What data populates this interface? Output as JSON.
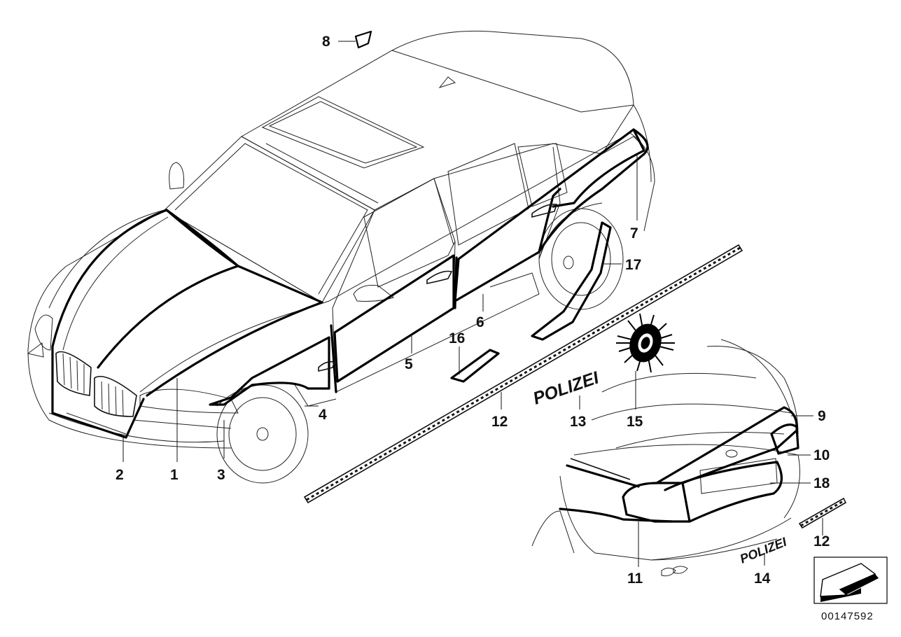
{
  "diagram": {
    "callouts": [
      {
        "id": "c1",
        "label": "1"
      },
      {
        "id": "c2",
        "label": "2"
      },
      {
        "id": "c3",
        "label": "3"
      },
      {
        "id": "c4",
        "label": "4"
      },
      {
        "id": "c5",
        "label": "5"
      },
      {
        "id": "c6",
        "label": "6"
      },
      {
        "id": "c7",
        "label": "7"
      },
      {
        "id": "c8",
        "label": "8"
      },
      {
        "id": "c9",
        "label": "9"
      },
      {
        "id": "c10",
        "label": "10"
      },
      {
        "id": "c11",
        "label": "11"
      },
      {
        "id": "c12a",
        "label": "12"
      },
      {
        "id": "c12b",
        "label": "12"
      },
      {
        "id": "c13",
        "label": "13"
      },
      {
        "id": "c14",
        "label": "14"
      },
      {
        "id": "c15",
        "label": "15"
      },
      {
        "id": "c16",
        "label": "16"
      },
      {
        "id": "c17",
        "label": "17"
      },
      {
        "id": "c18",
        "label": "18"
      }
    ],
    "decal_text_13": "POLIZEI",
    "decal_text_14": "POLIZEI",
    "reference_number": "00147592",
    "icons": [
      "orientation-arrow-icon",
      "rosette-icon"
    ]
  }
}
